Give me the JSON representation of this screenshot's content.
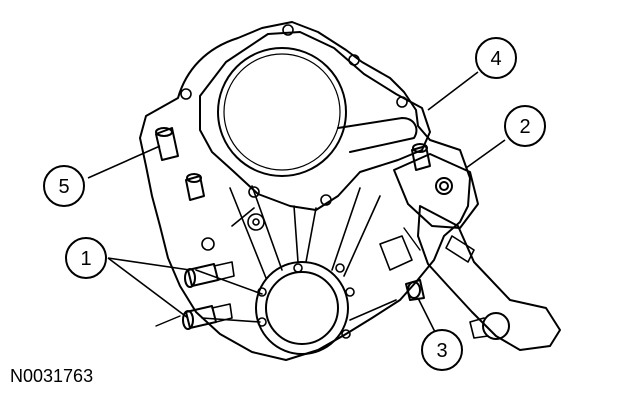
{
  "figure": {
    "id_label": "N0031763",
    "callouts": [
      {
        "number": "1"
      },
      {
        "number": "2"
      },
      {
        "number": "3"
      },
      {
        "number": "4"
      },
      {
        "number": "5"
      }
    ]
  }
}
